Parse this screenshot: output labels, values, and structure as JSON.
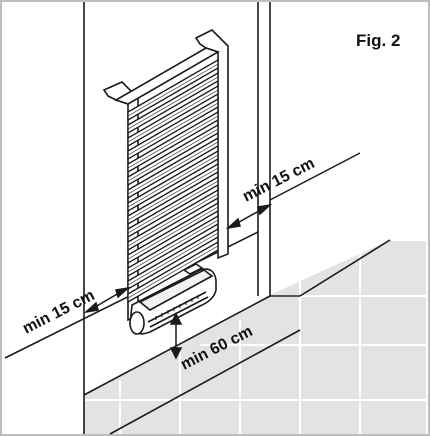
{
  "figure": {
    "title": "Fig. 2",
    "labels": {
      "right": "min 15 cm",
      "left": "min 15 cm",
      "bottom": "min 60 cm"
    }
  },
  "colors": {
    "line": "#1a1a1a",
    "floor": "#e3e3e3",
    "tile_line": "#ffffff",
    "frame": "#bdbdbd"
  }
}
